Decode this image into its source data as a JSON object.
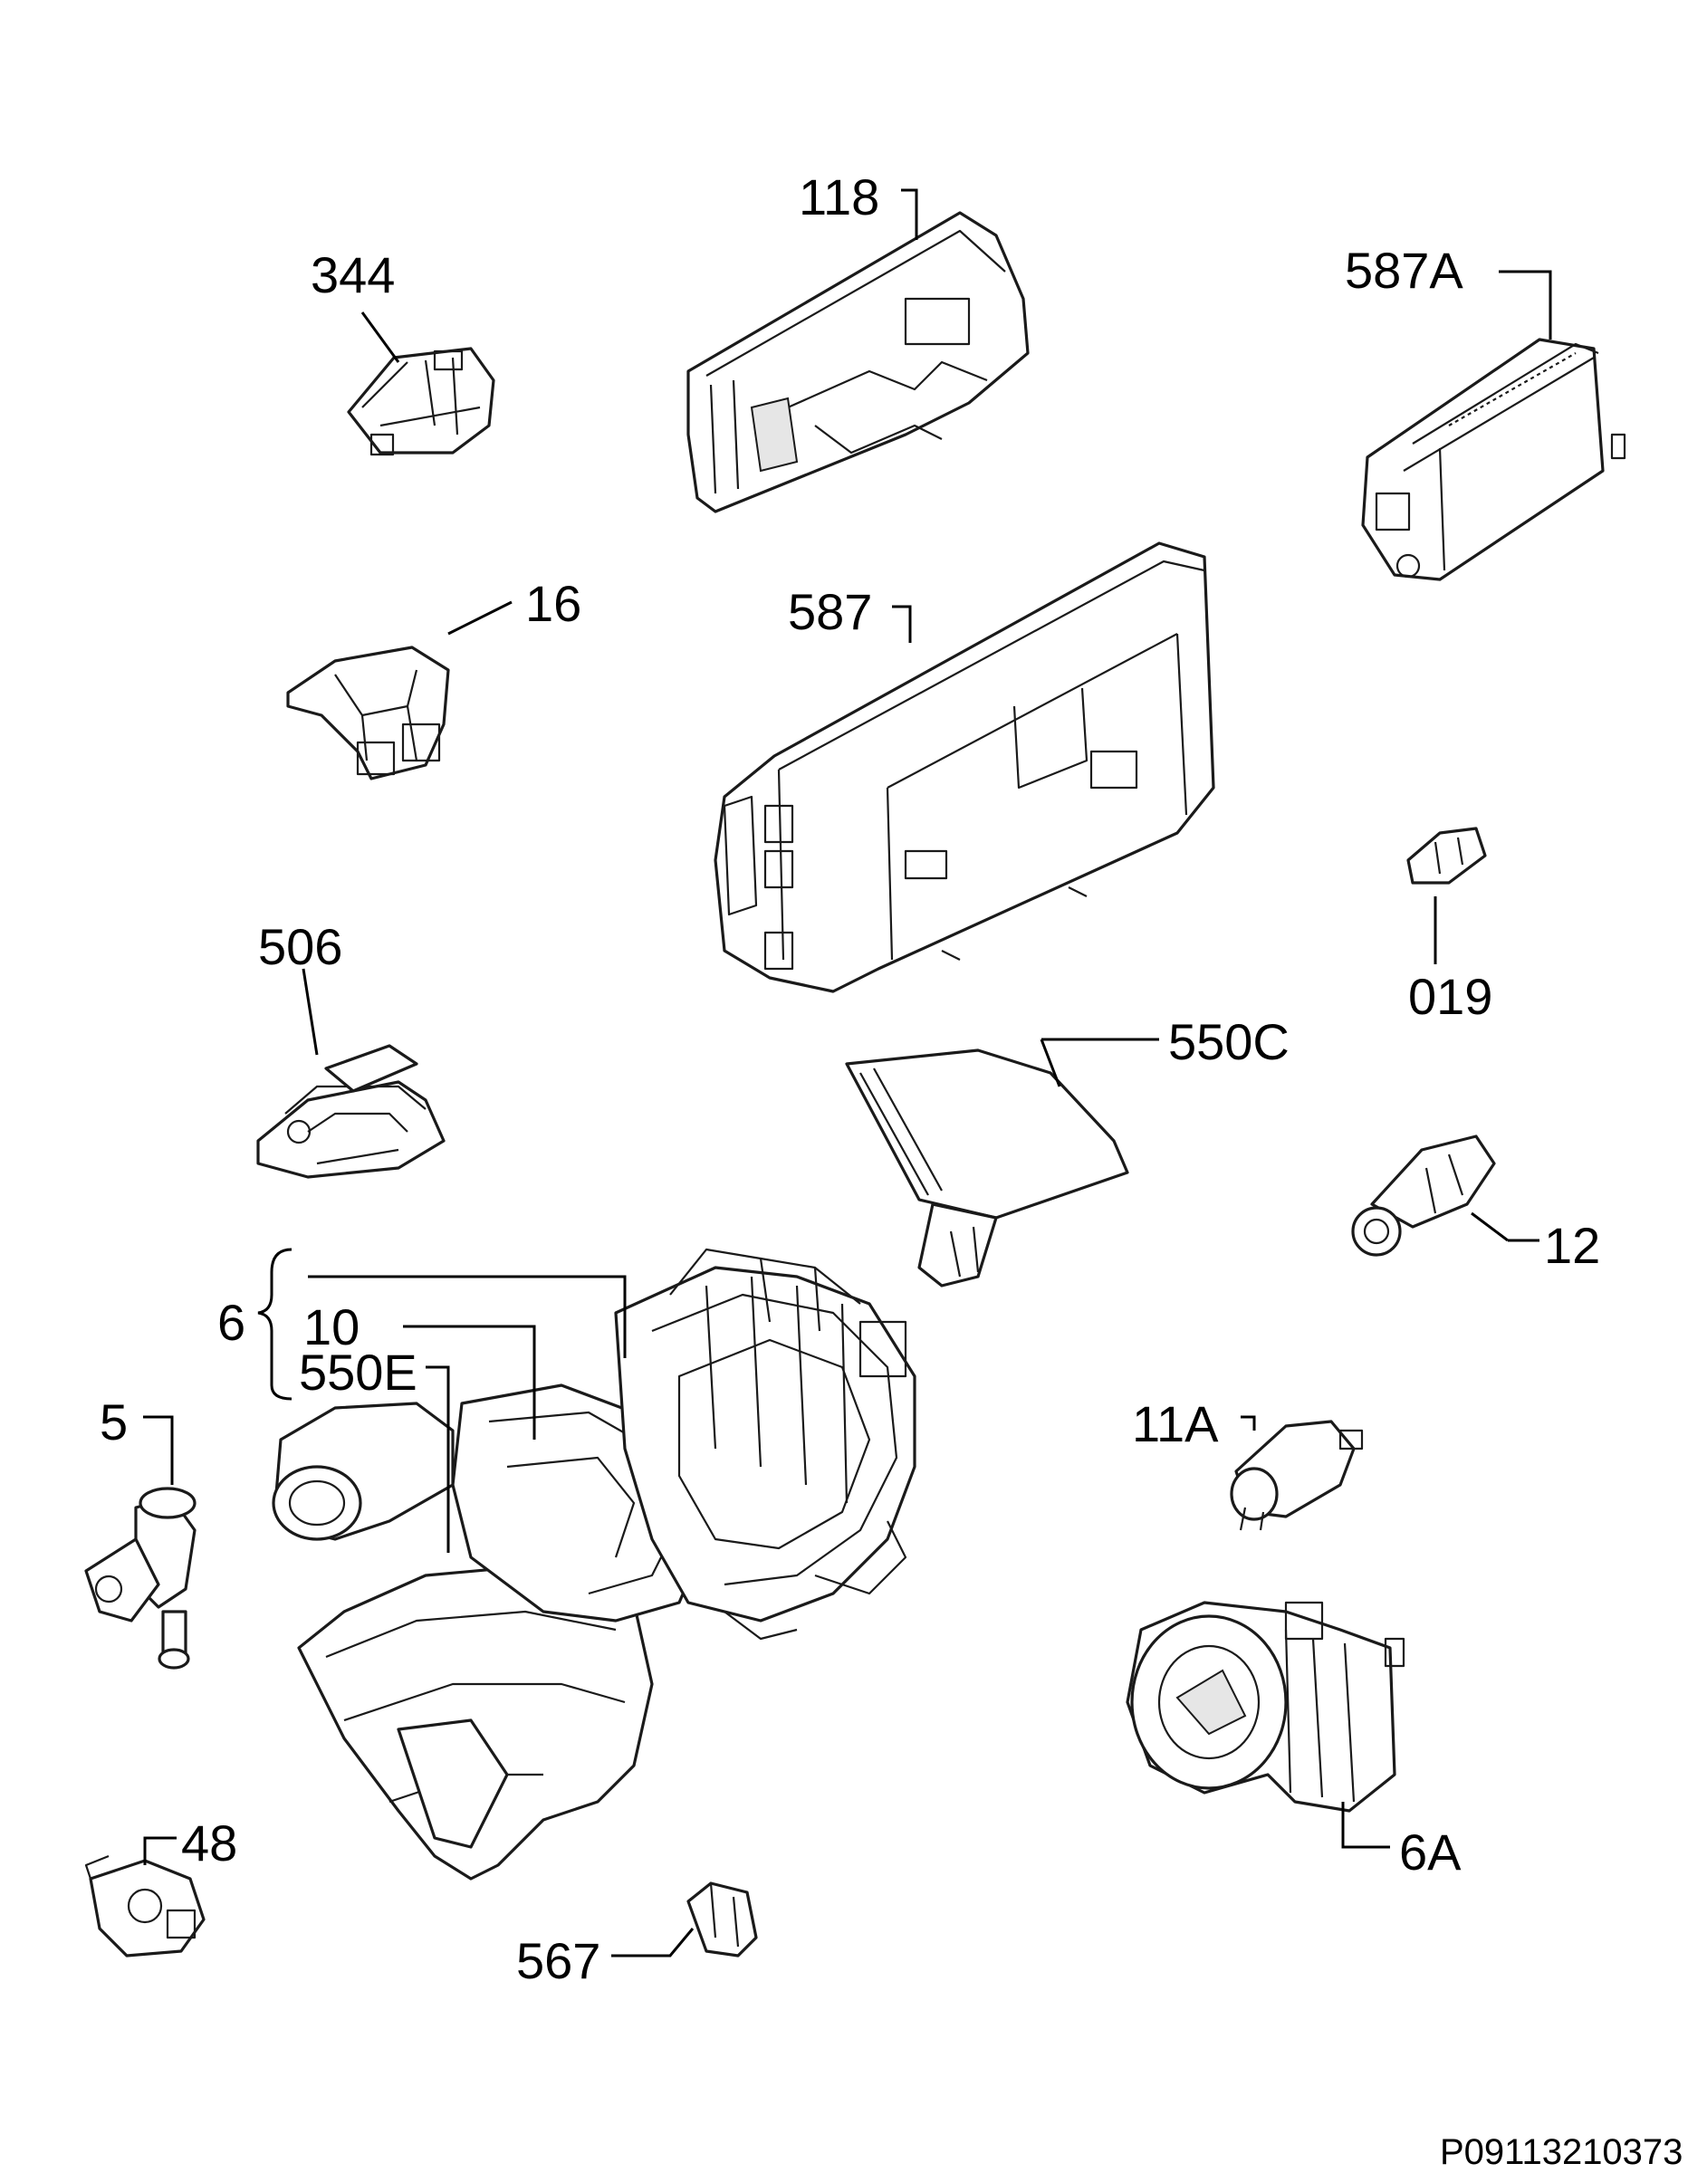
{
  "labels": {
    "p118": "118",
    "p344": "344",
    "p587A": "587A",
    "p16": "16",
    "p587": "587",
    "p506": "506",
    "p019": "019",
    "p550C": "550C",
    "p12": "12",
    "p6": "6",
    "p10": "10",
    "p550E": "550E",
    "p5": "5",
    "p11A": "11A",
    "p48": "48",
    "p6A": "6A",
    "p567": "567"
  },
  "drawing_code": "P09113210373"
}
